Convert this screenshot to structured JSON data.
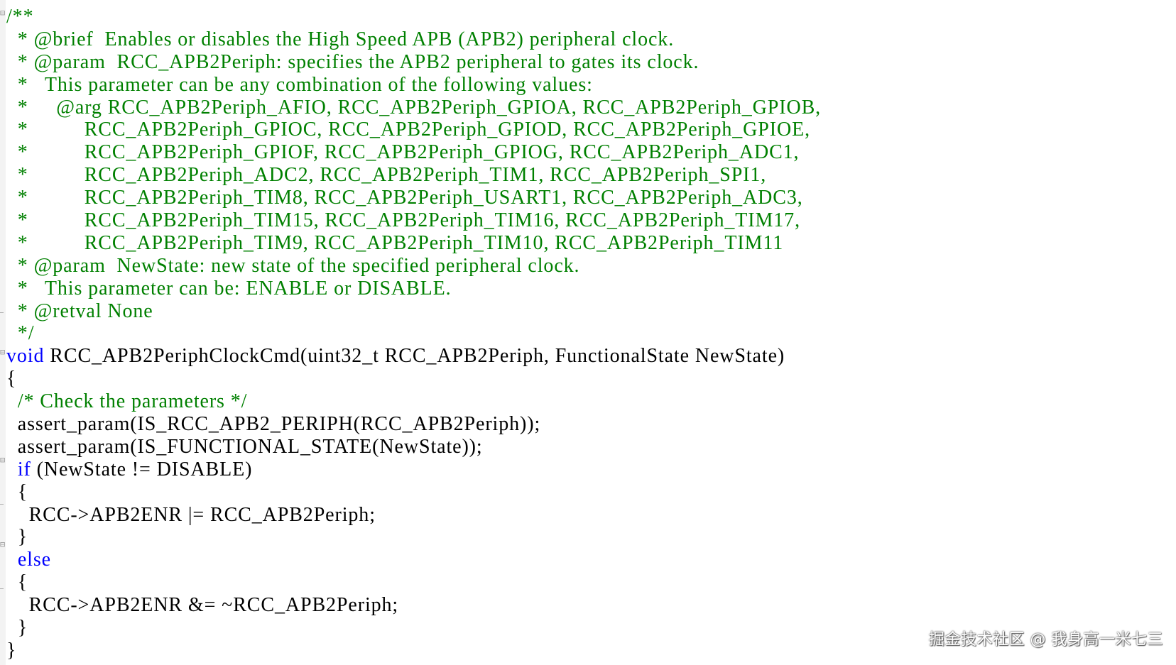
{
  "colors": {
    "comment": "#008000",
    "keyword": "#0000ff",
    "text": "#000000",
    "background": "#ffffff"
  },
  "icons": {
    "fold_marker": "minus-box-icon"
  },
  "code": {
    "lines": [
      {
        "segments": [
          {
            "t": "/**",
            "c": "cm"
          }
        ]
      },
      {
        "segments": [
          {
            "t": "  * @brief  Enables or disables the High Speed APB (APB2) peripheral clock.",
            "c": "cm"
          }
        ]
      },
      {
        "segments": [
          {
            "t": "  * @param  RCC_APB2Periph: specifies the APB2 peripheral to gates its clock.",
            "c": "cm"
          }
        ]
      },
      {
        "segments": [
          {
            "t": "  *   This parameter can be any combination of the following values:",
            "c": "cm"
          }
        ]
      },
      {
        "segments": [
          {
            "t": "  *     @arg RCC_APB2Periph_AFIO, RCC_APB2Periph_GPIOA, RCC_APB2Periph_GPIOB,",
            "c": "cm"
          }
        ]
      },
      {
        "segments": [
          {
            "t": "  *          RCC_APB2Periph_GPIOC, RCC_APB2Periph_GPIOD, RCC_APB2Periph_GPIOE,",
            "c": "cm"
          }
        ]
      },
      {
        "segments": [
          {
            "t": "  *          RCC_APB2Periph_GPIOF, RCC_APB2Periph_GPIOG, RCC_APB2Periph_ADC1,",
            "c": "cm"
          }
        ]
      },
      {
        "segments": [
          {
            "t": "  *          RCC_APB2Periph_ADC2, RCC_APB2Periph_TIM1, RCC_APB2Periph_SPI1,",
            "c": "cm"
          }
        ]
      },
      {
        "segments": [
          {
            "t": "  *          RCC_APB2Periph_TIM8, RCC_APB2Periph_USART1, RCC_APB2Periph_ADC3,",
            "c": "cm"
          }
        ]
      },
      {
        "segments": [
          {
            "t": "  *          RCC_APB2Periph_TIM15, RCC_APB2Periph_TIM16, RCC_APB2Periph_TIM17,",
            "c": "cm"
          }
        ]
      },
      {
        "segments": [
          {
            "t": "  *          RCC_APB2Periph_TIM9, RCC_APB2Periph_TIM10, RCC_APB2Periph_TIM11",
            "c": "cm"
          }
        ]
      },
      {
        "segments": [
          {
            "t": "  * @param  NewState: new state of the specified peripheral clock.",
            "c": "cm"
          }
        ]
      },
      {
        "segments": [
          {
            "t": "  *   This parameter can be: ENABLE or DISABLE.",
            "c": "cm"
          }
        ]
      },
      {
        "segments": [
          {
            "t": "  * @retval None",
            "c": "cm"
          }
        ]
      },
      {
        "segments": [
          {
            "t": "  */",
            "c": "cm"
          }
        ]
      },
      {
        "segments": [
          {
            "t": "void",
            "c": "kw"
          },
          {
            "t": " RCC_APB2PeriphClockCmd(uint32_t RCC_APB2Periph, FunctionalState NewState)",
            "c": "tx"
          }
        ]
      },
      {
        "segments": [
          {
            "t": "{",
            "c": "tx"
          }
        ]
      },
      {
        "segments": [
          {
            "t": "  ",
            "c": "tx"
          },
          {
            "t": "/* Check the parameters */",
            "c": "cm"
          }
        ]
      },
      {
        "segments": [
          {
            "t": "  assert_param(IS_RCC_APB2_PERIPH(RCC_APB2Periph));",
            "c": "tx"
          }
        ]
      },
      {
        "segments": [
          {
            "t": "  assert_param(IS_FUNCTIONAL_STATE(NewState));",
            "c": "tx"
          }
        ]
      },
      {
        "segments": [
          {
            "t": "  ",
            "c": "tx"
          },
          {
            "t": "if",
            "c": "kw"
          },
          {
            "t": " (NewState != DISABLE)",
            "c": "tx"
          }
        ]
      },
      {
        "segments": [
          {
            "t": "  {",
            "c": "tx"
          }
        ]
      },
      {
        "segments": [
          {
            "t": "    RCC->APB2ENR |= RCC_APB2Periph;",
            "c": "tx"
          }
        ]
      },
      {
        "segments": [
          {
            "t": "  }",
            "c": "tx"
          }
        ]
      },
      {
        "segments": [
          {
            "t": "  ",
            "c": "tx"
          },
          {
            "t": "else",
            "c": "kw"
          }
        ]
      },
      {
        "segments": [
          {
            "t": "  {",
            "c": "tx"
          }
        ]
      },
      {
        "segments": [
          {
            "t": "    RCC->APB2ENR &= ~RCC_APB2Periph;",
            "c": "tx"
          }
        ]
      },
      {
        "segments": [
          {
            "t": "  }",
            "c": "tx"
          }
        ]
      },
      {
        "segments": [
          {
            "t": "}",
            "c": "tx"
          }
        ]
      }
    ]
  },
  "watermark": "掘金技术社区 @ 我身高一米七三"
}
